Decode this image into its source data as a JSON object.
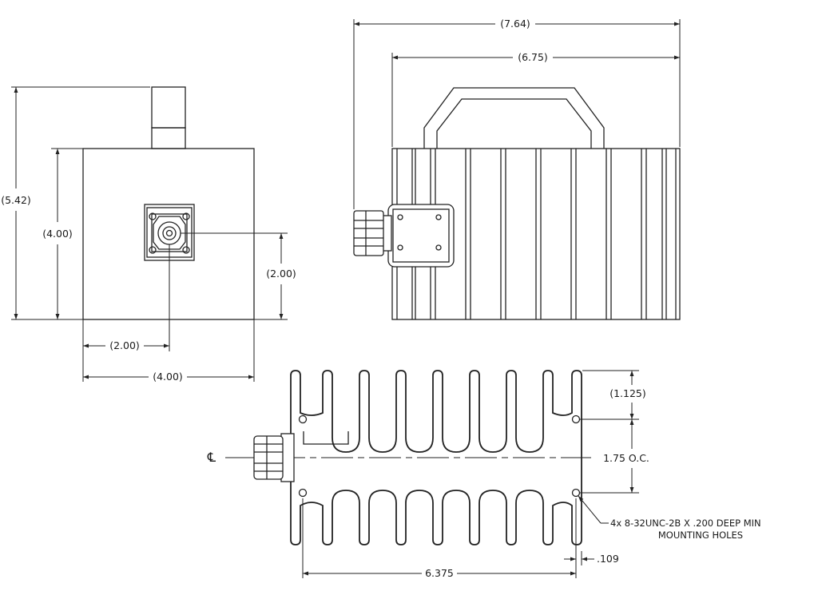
{
  "dimensions": {
    "overall_length": "(7.64)",
    "body_length": "(6.75)",
    "total_height": "(5.42)",
    "body_height": "(4.00)",
    "connector_height": "(2.00)",
    "connector_offset": "(2.00)",
    "body_width": "(4.00)",
    "fin_offset": "(1.125)",
    "hole_spacing": "1.75 O.C.",
    "hole_span": "6.375",
    "edge_margin": ".109"
  },
  "notes": {
    "centerline_symbol": "℄",
    "mounting_line1": "4x 8-32UNC-2B X .200 DEEP MIN",
    "mounting_line2": "MOUNTING HOLES"
  }
}
